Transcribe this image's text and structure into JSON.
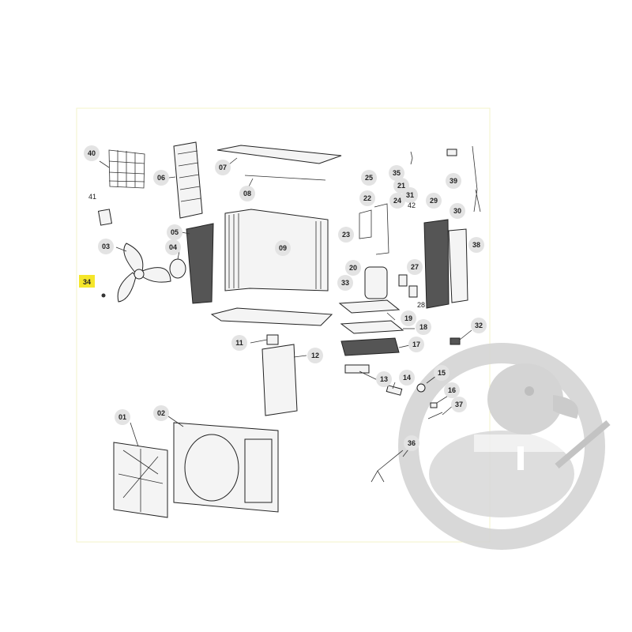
{
  "diagram": {
    "highlighted_part": "34",
    "labels": {
      "p01": "01",
      "p02": "02",
      "p03": "03",
      "p04": "04",
      "p05": "05",
      "p06": "06",
      "p07": "07",
      "p08": "08",
      "p09": "09",
      "p11": "11",
      "p12": "12",
      "p13": "13",
      "p14": "14",
      "p15": "15",
      "p16": "16",
      "p17": "17",
      "p18": "18",
      "p19": "19",
      "p20": "20",
      "p21": "21",
      "p22": "22",
      "p23": "23",
      "p24": "24",
      "p25": "25",
      "p27": "27",
      "p28": "28",
      "p29": "29",
      "p30": "30",
      "p31": "31",
      "p32": "32",
      "p33": "33",
      "p34": "34",
      "p35": "35",
      "p36": "36",
      "p37": "37",
      "p38": "38",
      "p39": "39",
      "p40": "40",
      "p41": "41",
      "p42": "42"
    }
  },
  "colors": {
    "highlight": "#f5e62a",
    "label_bubble": "#e3e3e3",
    "frame_border": "#f3f3c8",
    "watermark": "#cfcfcf"
  }
}
